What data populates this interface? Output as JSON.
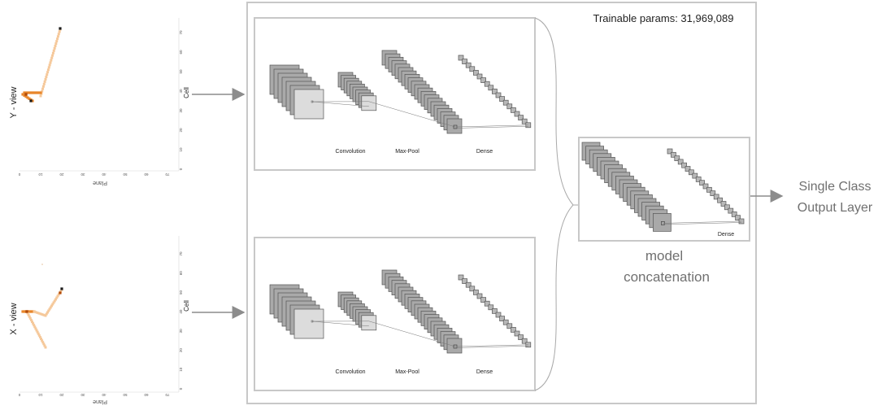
{
  "params_text": "Trainable params: 31,969,089",
  "output_label": [
    "Single Class",
    "Output Layer"
  ],
  "concat_label": [
    "model",
    "concatenation"
  ],
  "layer_labels": {
    "conv": "Convolution",
    "pool": "Max-Pool",
    "dense": "Dense"
  },
  "views": [
    {
      "ylabel": "Y - view",
      "right_label": "Cell",
      "xlabel": "Plane",
      "x_ticks": [
        "0",
        "10",
        "20",
        "30",
        "40",
        "50",
        "60",
        "70"
      ],
      "y_ticks": [
        "0",
        "10",
        "20",
        "30",
        "40",
        "50",
        "60",
        "70"
      ]
    },
    {
      "ylabel": "X - view",
      "right_label": "Cell",
      "xlabel": "Plane",
      "x_ticks": [
        "0",
        "10",
        "20",
        "30",
        "40",
        "50",
        "60",
        "70"
      ],
      "y_ticks": [
        "0",
        "10",
        "20",
        "30",
        "40",
        "50",
        "60",
        "70"
      ]
    }
  ],
  "colors": {
    "frame": "#c8c8c8",
    "block_fill": "#a9a9a9",
    "block_stroke": "#555555",
    "arrow": "#8c8c8c",
    "hit_light": "#f5c89a",
    "hit_mid": "#e8862a",
    "hit_dark": "#b24a08",
    "hit_black": "#1a1a1a",
    "text": "#222222",
    "text_light": "#707070"
  }
}
